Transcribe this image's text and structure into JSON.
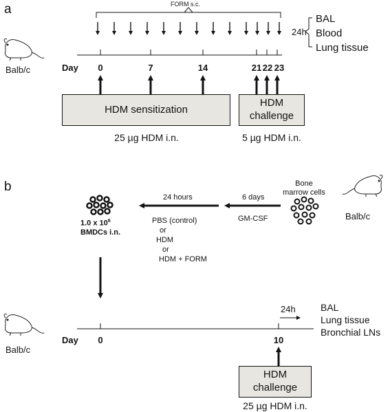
{
  "panel_a": {
    "letter": "a",
    "treatment_label": "FORM s.c.",
    "mouse_label": "Balb/c",
    "hours_label": "24h",
    "readouts": [
      "BAL",
      "Blood",
      "Lung tissue"
    ],
    "day_word": "Day",
    "days": [
      "0",
      "7",
      "14",
      "21",
      "22",
      "23"
    ],
    "sensitization_box": "HDM sensitization",
    "challenge_box_line1": "HDM",
    "challenge_box_line2": "challenge",
    "sensitization_dose": "25 µg HDM  i.n.",
    "challenge_dose": "5 µg HDM  i.n."
  },
  "panel_b": {
    "letter": "b",
    "cells_line1": "Bone",
    "cells_line2": "marrow cells",
    "mouse_label_top": "Balb/c",
    "step1_time": "6 days",
    "step1_agent": "GM-CSF",
    "step2_time": "24 hours",
    "conditions": [
      "PBS (control)",
      "or",
      "HDM",
      "or",
      "HDM + FORM"
    ],
    "bmdc_dose": "1.0 x 10",
    "bmdc_exponent": "6",
    "bmdc_label": "BMDCs i.n.",
    "mouse_label_bottom": "Balb/c",
    "day_word": "Day",
    "days": [
      "0",
      "10"
    ],
    "hours_label": "24h",
    "readouts": [
      "BAL",
      "Lung tissue",
      "Bronchial LNs"
    ],
    "challenge_box_line1": "HDM",
    "challenge_box_line2": "challenge",
    "challenge_dose": "25 µg HDM i.n."
  },
  "icons": [
    "mouse-icon",
    "cell-cluster-icon"
  ]
}
